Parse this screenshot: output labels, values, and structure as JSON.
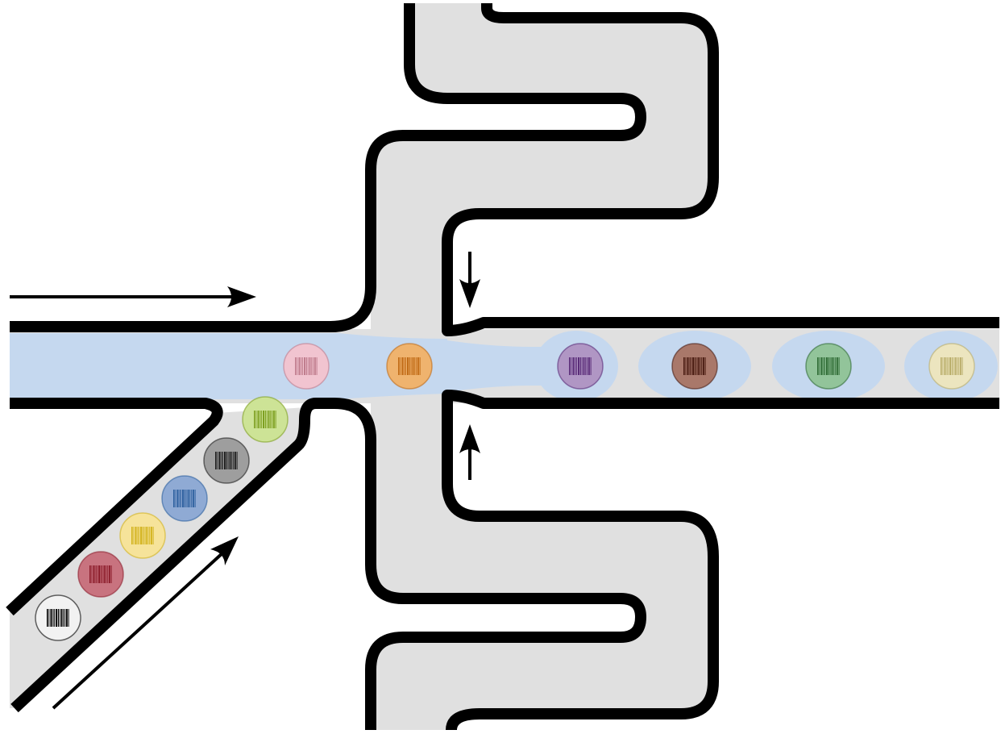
{
  "diagram": {
    "colors": {
      "background": "#ffffff",
      "channel_fill": "#e0e0e0",
      "channel_wall": "#000000",
      "aqueous_stream": "#c5d8ef",
      "droplet_shell": "#c5d8ef"
    },
    "flows": [
      {
        "name": "main-inlet-flow",
        "direction": "right"
      },
      {
        "name": "bead-inlet-flow",
        "direction": "up-right"
      },
      {
        "name": "oil-flow-top",
        "direction": "down"
      },
      {
        "name": "oil-flow-bottom",
        "direction": "up"
      }
    ],
    "beads_in_inlet": [
      {
        "color": "#f2f2f2",
        "barcode": "#000000"
      },
      {
        "color": "#c8737f",
        "barcode": "#8c1d2b"
      },
      {
        "color": "#f6e39a",
        "barcode": "#d2b21c"
      },
      {
        "color": "#8faad4",
        "barcode": "#2c5f9e"
      },
      {
        "color": "#9e9e9e",
        "barcode": "#1e1e1e"
      },
      {
        "color": "#cde396",
        "barcode": "#7ea022"
      }
    ],
    "beads_at_junction": [
      {
        "color": "#f1c4d0",
        "barcode": "#c07d8e"
      },
      {
        "color": "#efb36e",
        "barcode": "#c06a15"
      }
    ],
    "encapsulated_beads": [
      {
        "color": "#b096c4",
        "barcode": "#5a2c78"
      },
      {
        "color": "#a9786a",
        "barcode": "#4a1c12"
      },
      {
        "color": "#92c49a",
        "barcode": "#2e6b34"
      },
      {
        "color": "#ece5bf",
        "barcode": "#b9ad6a"
      }
    ]
  }
}
